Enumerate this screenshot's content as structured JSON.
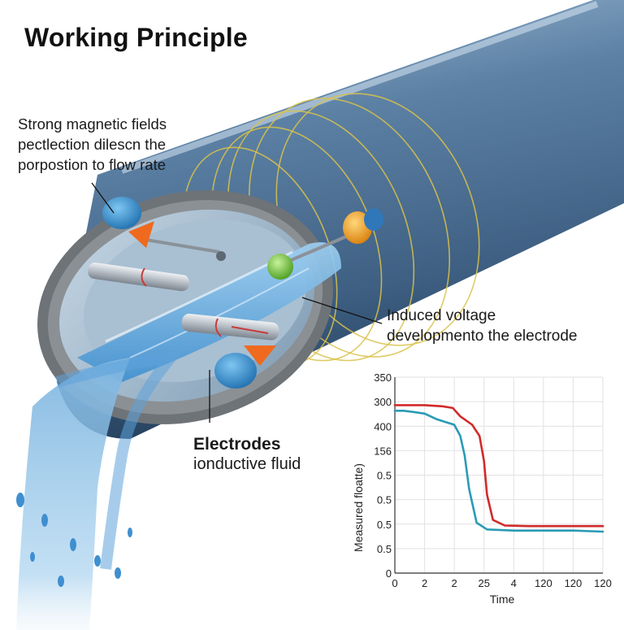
{
  "title": "Working Principle",
  "callouts": {
    "magnetic": {
      "line1": "Strong magnetic fields",
      "line2": "pectlection dilescn the",
      "line3": "porpostion to flow rate"
    },
    "voltage": {
      "line1": "Induced voltage",
      "line2": "developmento the electrode"
    },
    "electrodes": {
      "heading": "Electrodes",
      "sub": "ionductive fluid"
    }
  },
  "colors": {
    "pipe_body": "#5a7d9f",
    "insulation": "#6e7378",
    "water": "#7fb6e0",
    "field_lines": "#d9c24a",
    "magnet_blue": "#2f8fd1",
    "electrode_green": "#7ac943",
    "electrode_orange": "#f0a019",
    "series_red": "#d12a2a",
    "series_teal": "#2a9bb5"
  },
  "chart_data": {
    "type": "line",
    "xlabel": "Time",
    "ylabel": "Measured floatte)",
    "x_tick_labels": [
      "0",
      "2",
      "2",
      "25",
      "4",
      "120",
      "120",
      "120"
    ],
    "y_tick_labels": [
      "350",
      "300",
      "400",
      "156",
      "0.5",
      "0.5",
      "0.5",
      "0.5",
      "0"
    ],
    "grid": true,
    "series": [
      {
        "color": "#d12a2a",
        "x": [
          0,
          0.5,
          1,
          1.6,
          1.95,
          2.2,
          2.6,
          2.85,
          3.0,
          3.1,
          3.3,
          3.7,
          4.5,
          5.5,
          6.5,
          7.0
        ],
        "y": [
          300,
          300,
          300,
          298,
          295,
          280,
          265,
          245,
          200,
          140,
          95,
          85,
          84,
          84,
          84,
          84
        ]
      },
      {
        "color": "#2a9bb5",
        "x": [
          0,
          0.3,
          0.6,
          1.0,
          1.4,
          1.7,
          2.0,
          2.2,
          2.35,
          2.5,
          2.75,
          3.1,
          4.0,
          5.0,
          6.0,
          7.0
        ],
        "y": [
          290,
          290,
          288,
          285,
          275,
          270,
          265,
          245,
          210,
          150,
          90,
          78,
          76,
          76,
          76,
          74
        ]
      }
    ]
  }
}
